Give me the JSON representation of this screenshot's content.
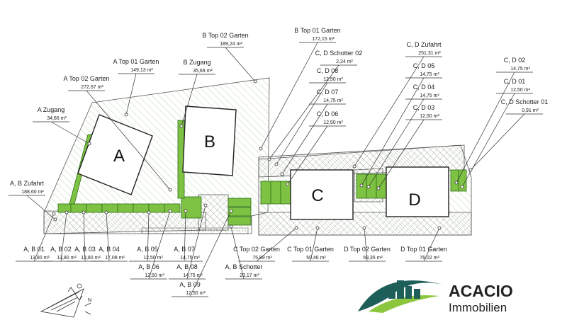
{
  "labels": [
    {
      "key": "b_top02",
      "name": "B Top 02 Garten",
      "area": "189,24 m²"
    },
    {
      "key": "b_top01",
      "name": "B Top 01 Garten",
      "area": "172,15 m²"
    },
    {
      "key": "a_top01",
      "name": "A Top 01 Garten",
      "area": "149,13 m²"
    },
    {
      "key": "b_zugang",
      "name": "B Zugang",
      "area": "35,69 m²"
    },
    {
      "key": "a_top02",
      "name": "A Top 02 Garten",
      "area": "272,67 m²"
    },
    {
      "key": "a_zugang",
      "name": "A Zugang",
      "area": "34,66 m²"
    },
    {
      "key": "ab_zufahrt",
      "name": "A, B Zufahrt",
      "area": "188,60 m²"
    },
    {
      "key": "cd_schotter02",
      "name": "C, D Schotter 02",
      "area": "2,24 m²"
    },
    {
      "key": "cd_zufahrt",
      "name": "C, D Zufahrt",
      "area": "251,31 m²"
    },
    {
      "key": "cd08",
      "name": "C, D 08",
      "area": "12,50 m²"
    },
    {
      "key": "cd05",
      "name": "C, D 05",
      "area": "14,75 m²"
    },
    {
      "key": "cd07",
      "name": "C, D 07",
      "area": "14,75 m²"
    },
    {
      "key": "cd04",
      "name": "C, D 04",
      "area": "14,75 m²"
    },
    {
      "key": "cd06",
      "name": "C, D 06",
      "area": "12,50 m²"
    },
    {
      "key": "cd03",
      "name": "C, D 03",
      "area": "12,50 m²"
    },
    {
      "key": "cd02",
      "name": "C, D 02",
      "area": "14,75 m²"
    },
    {
      "key": "cd01",
      "name": "C, D 01",
      "area": "12,50 m²"
    },
    {
      "key": "cd_schotter01",
      "name": "C, D Schotter 01",
      "area": "0,91 m²"
    },
    {
      "key": "ab01",
      "name": "A, B 01",
      "area": "13,80 m²"
    },
    {
      "key": "ab02",
      "name": "A, B 02",
      "area": "13,80 m²"
    },
    {
      "key": "ab03",
      "name": "A, B 03",
      "area": "13,80 m²"
    },
    {
      "key": "ab04",
      "name": "A, B 04",
      "area": "17,08 m²"
    },
    {
      "key": "ab05",
      "name": "A, B 05",
      "area": "12,50 m²"
    },
    {
      "key": "ab06",
      "name": "A, B 06",
      "area": "12,50 m²"
    },
    {
      "key": "ab07",
      "name": "A, B 07",
      "area": "14,75 m²"
    },
    {
      "key": "ab08",
      "name": "A, B 08",
      "area": "14,75 m²"
    },
    {
      "key": "ab09",
      "name": "A, B 09",
      "area": "12,50 m²"
    },
    {
      "key": "ab_schotter",
      "name": "A, B Schotter",
      "area": "23,17 m²"
    },
    {
      "key": "c_top02",
      "name": "C Top 02 Garten",
      "area": "75,89 m²"
    },
    {
      "key": "c_top01",
      "name": "C Top 01 Garten",
      "area": "50,46 m²"
    },
    {
      "key": "d_top02",
      "name": "D Top 02 Garten",
      "area": "59,35 m²"
    },
    {
      "key": "d_top01",
      "name": "D Top 01 Garten",
      "area": "76,02 m²"
    }
  ],
  "buildings": {
    "a": "A",
    "b": "B",
    "c": "C",
    "d": "D"
  },
  "logo": {
    "line1": "ACACIO",
    "line2": "Immobilien",
    "color_primary": "#1f5f5a",
    "color_accent": "#8cc63f"
  },
  "colors": {
    "parking": "#7dc242",
    "outline": "#333333"
  }
}
